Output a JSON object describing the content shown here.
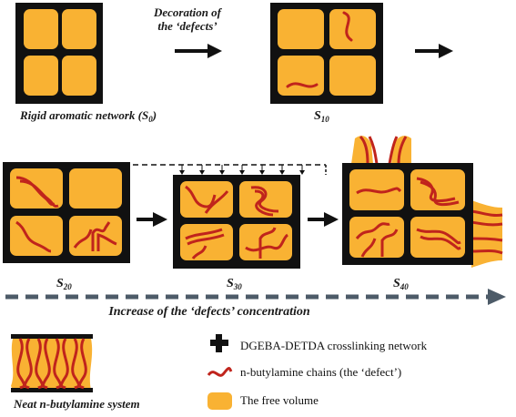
{
  "colors": {
    "network": "#111111",
    "free_volume": "#f9b233",
    "chain": "#c0241c",
    "gradient_arrow": "#4d5b68"
  },
  "captions": {
    "arrow_top_line1": "Decoration of",
    "arrow_top_line2": "the ‘defects’",
    "s0": "Rigid aromatic network (S",
    "s0_sub": "0",
    "s0_end": ")",
    "s10": "S",
    "s10_sub": "10",
    "s20": "S",
    "s20_sub": "20",
    "s30": "S",
    "s30_sub": "30",
    "s40": "S",
    "s40_sub": "40",
    "gradient": "Increase of the ‘defects’ concentration",
    "neat": "Neat n-butylamine system"
  },
  "legend": {
    "network": "DGEBA-DETDA crosslinking network",
    "chains": "n-butylamine chains (the ‘defect’)",
    "free_volume": "The free volume"
  }
}
